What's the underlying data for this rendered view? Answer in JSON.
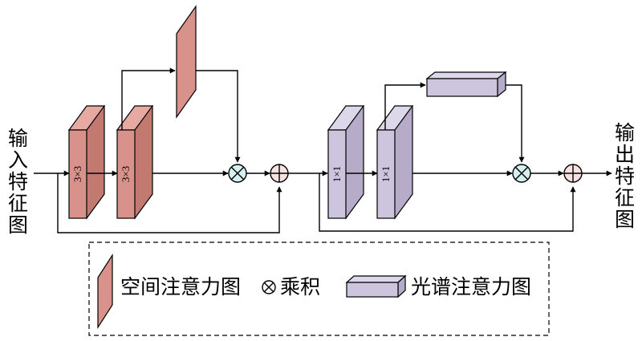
{
  "input_label": [
    "输",
    "入",
    "特",
    "征",
    "图"
  ],
  "output_label": [
    "输",
    "出",
    "特",
    "征",
    "图"
  ],
  "conv_labels": {
    "conv_a": "3×3",
    "conv_b": "3×3",
    "conv_c": "1×1",
    "conv_d": "1×1"
  },
  "legend": {
    "spatial_attention": "空间注意力图",
    "product": "乘积",
    "spectral_attention": "光谱注意力图"
  },
  "colors": {
    "spatial": "#d9918b",
    "spatial_side": "#c27970",
    "spectral": "#cdc5dd",
    "spectral_side": "#b6acc9",
    "multiply_fill": "#d7efef",
    "add_fill": "#f7e2e2"
  },
  "icons": [
    "arrow-icon",
    "multiply-icon",
    "add-icon"
  ]
}
